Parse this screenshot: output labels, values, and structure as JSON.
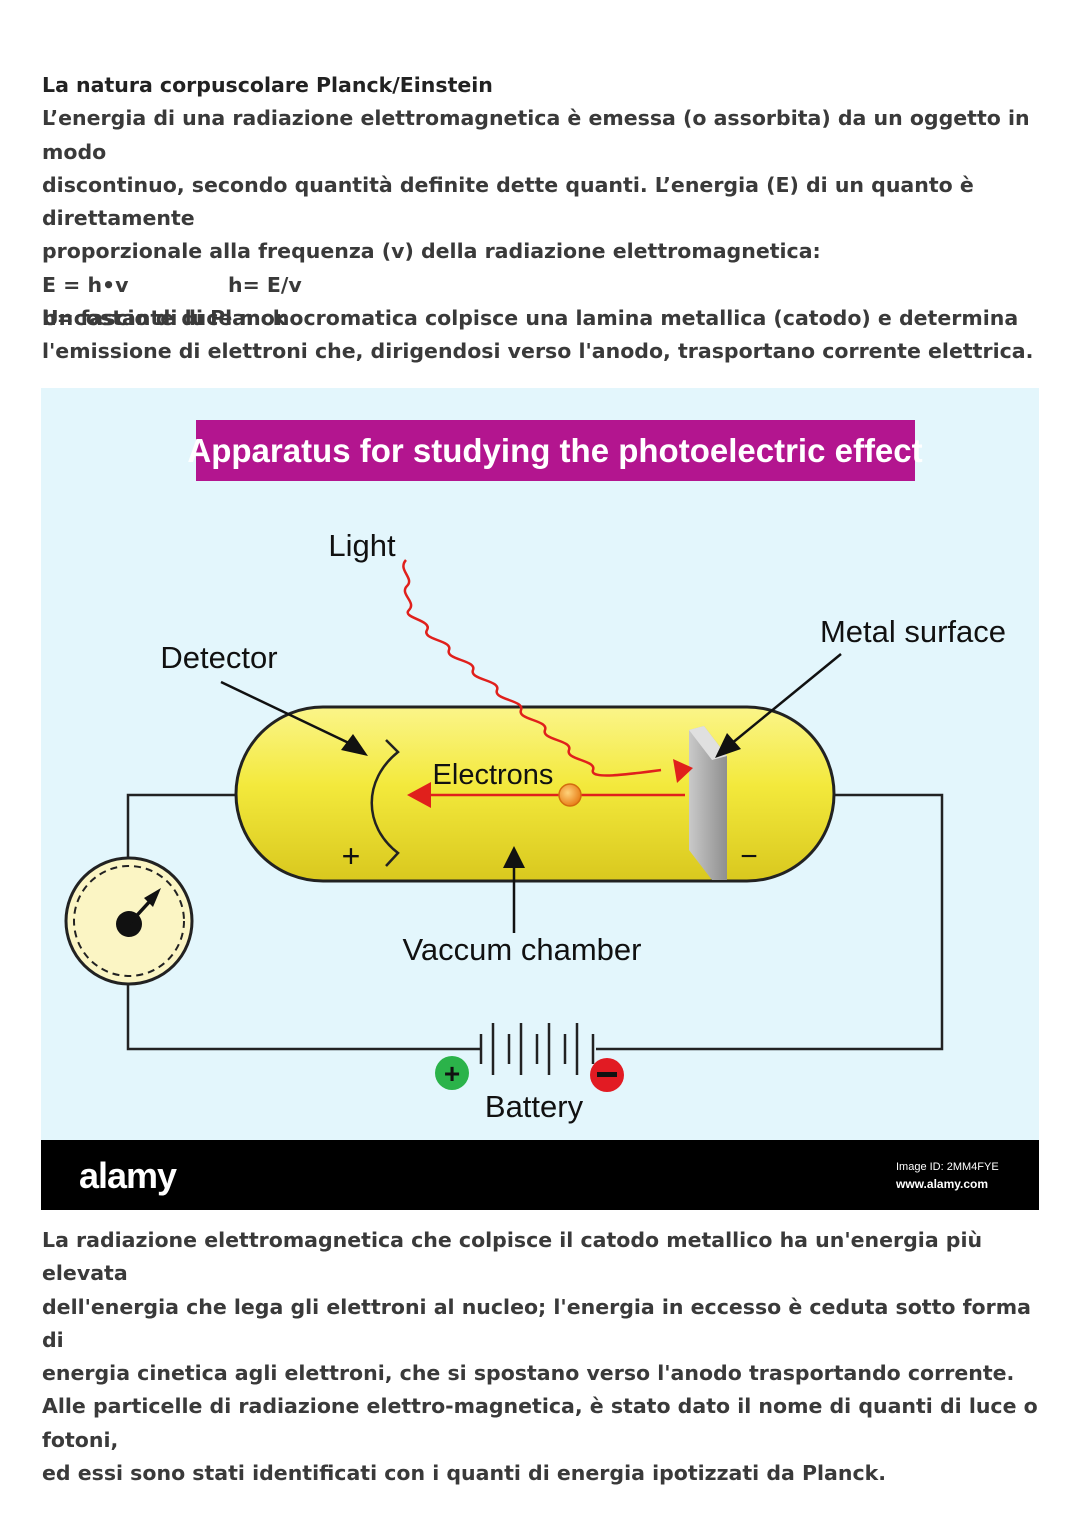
{
  "section1": {
    "title": "La natura corpuscolare Planck/Einstein",
    "lines": [
      "L’energia di una radiazione elettromagnetica è emessa (o assorbita) da un oggetto in modo",
      "discontinuo, secondo quantità definite dette quanti. L’energia (E) di un quanto è direttamente",
      "proporzionale alla frequenza (v) della radiazione elettromagnetica:"
    ],
    "formula_1": "E = h•v",
    "formula_2": "h= E/v",
    "constant_note": "h=costante di Planck"
  },
  "section2": {
    "lines": [
      "Un fascio di luce monocromatica colpisce una lamina metallica (catodo) e determina",
      "l'emissione di elettroni che, dirigendosi verso l'anodo, trasportano corrente elettrica."
    ]
  },
  "figure": {
    "banner_title": "Apparatus for studying the photoelectric effect",
    "labels": {
      "light": "Light",
      "detector": "Detector",
      "metal_surface": "Metal surface",
      "electrons": "Electrons",
      "vacuum_chamber": "Vaccum chamber",
      "battery": "Battery",
      "plus": "+",
      "minus": "−"
    },
    "footer": {
      "logo": "alamy",
      "image_id": "Image ID: 2MM4FYE",
      "website": "www.alamy.com"
    },
    "colors": {
      "background": "#e3f6fc",
      "banner": "#b3158f",
      "tube": "#f0e53a",
      "light_wave": "#e0201c",
      "electron": "#f29b2a",
      "meter_face": "#fbf5c4",
      "battery_plus": "#2bb34a",
      "battery_minus": "#e21b23",
      "footer": "#000000"
    }
  },
  "section3": {
    "lines": [
      "La radiazione elettromagnetica che colpisce il catodo metallico ha un'energia più elevata",
      "dell'energia che lega gli elettroni al nucleo; l'energia in eccesso è ceduta sotto forma di",
      "energia cinetica agli elettroni, che si spostano verso l'anodo trasportando corrente.",
      "Alle particelle di radiazione elettro-magnetica, è stato dato il nome di quanti di luce o fotoni,",
      "ed essi sono stati identificati con i quanti di energia ipotizzati da Planck."
    ]
  }
}
